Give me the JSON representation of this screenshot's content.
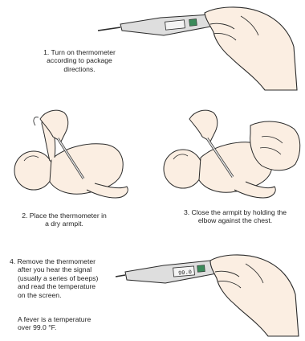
{
  "steps": [
    {
      "lines": [
        "1. Turn on thermometer",
        "according to package",
        "directions."
      ]
    },
    {
      "lines": [
        "2. Place the thermometer in",
        "a dry armpit."
      ]
    },
    {
      "lines": [
        "3. Close the armpit by holding the",
        "elbow against the chest."
      ]
    },
    {
      "lines": [
        "4. Remove the thermometer",
        "after you hear the signal",
        "(usually a series of beeps)",
        "and read the temperature",
        "on the screen."
      ]
    }
  ],
  "fever_note": {
    "lines": [
      "A fever is a temperature",
      "over 99.0 °F."
    ]
  },
  "thermometer_display": {
    "reading": "99.0"
  },
  "colors": {
    "skin": "#fbeee2",
    "outline": "#2b2b2b",
    "thermometer_body": "#d9d9d9",
    "display_green": "#3a8a5a"
  }
}
